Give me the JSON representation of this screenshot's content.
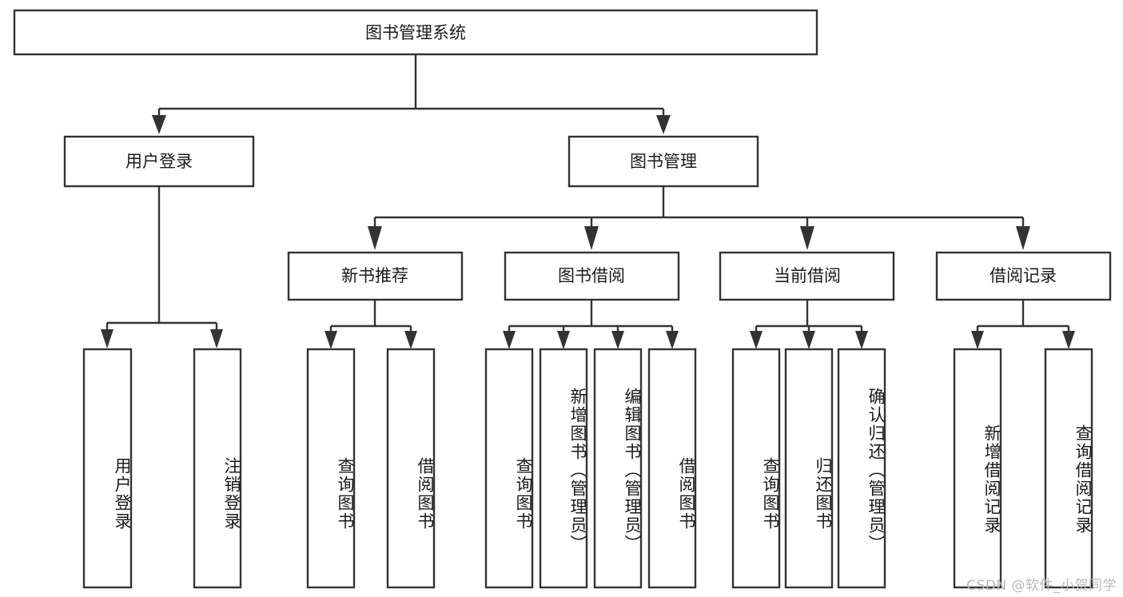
{
  "diagram": {
    "type": "tree",
    "title": "图书管理系统",
    "orientation": "top-down",
    "colors": {
      "box_fill": "#ffffff",
      "box_stroke": "#333333",
      "text": "#1a1a1a",
      "background": "#ffffff",
      "watermark": "#b8b8b8"
    },
    "root": {
      "label": "图书管理系统"
    },
    "level2": [
      {
        "label": "用户登录"
      },
      {
        "label": "图书管理"
      }
    ],
    "level3": [
      {
        "label": "新书推荐"
      },
      {
        "label": "图书借阅"
      },
      {
        "label": "当前借阅"
      },
      {
        "label": "借阅记录"
      }
    ],
    "leaves": {
      "user_login": [
        {
          "label": "用户登录"
        },
        {
          "label": "注销登录"
        }
      ],
      "new_book_recommend": [
        {
          "label": "查询图书"
        },
        {
          "label": "借阅图书"
        }
      ],
      "book_borrow": [
        {
          "label": "查询图书"
        },
        {
          "label": "新增图书（管理员）"
        },
        {
          "label": "编辑图书（管理员）"
        },
        {
          "label": "借阅图书"
        }
      ],
      "current_borrow": [
        {
          "label": "查询图书"
        },
        {
          "label": "归还图书"
        },
        {
          "label": "确认归还（管理员）"
        }
      ],
      "borrow_record": [
        {
          "label": "新增借阅记录"
        },
        {
          "label": "查询借阅记录"
        }
      ]
    }
  },
  "watermark": {
    "text": "CSDN @软件_小贺同学"
  }
}
